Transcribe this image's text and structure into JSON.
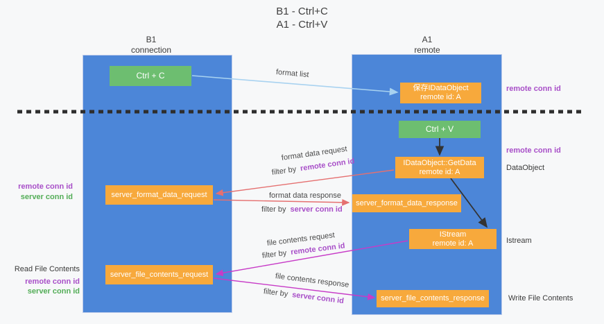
{
  "title": {
    "line1": "B1 - Ctrl+C",
    "line2": "A1 - Ctrl+V"
  },
  "lanes": {
    "b1": {
      "name": "B1",
      "subtitle": "connection"
    },
    "a1": {
      "name": "A1",
      "subtitle": "remote"
    }
  },
  "terms": {
    "remote_conn_id": "remote conn id",
    "server_conn_id": "server conn id",
    "filter_by": "filter by"
  },
  "nodes": {
    "ctrl_c": {
      "label": "Ctrl + C"
    },
    "ctrl_v": {
      "label": "Ctrl + V"
    },
    "save_idataobject": {
      "line1": "保存IDataObject",
      "line2": "remote id: A"
    },
    "idataobject_getdata": {
      "line1": "IDataObject::GetData",
      "line2": "remote id: A"
    },
    "istream": {
      "line1": "IStream",
      "line2": "remote id: A"
    },
    "server_format_data_request": {
      "label": "server_format_data_request"
    },
    "server_format_data_response": {
      "label": "server_format_data_response"
    },
    "server_file_contents_request": {
      "label": "server_file_contents_request"
    },
    "server_file_contents_response": {
      "label": "server_file_contents_response"
    }
  },
  "arrow_labels": {
    "format_list": "format list",
    "format_data_request": "format data request",
    "format_data_response": "format data response",
    "file_contents_request": "file contents request",
    "file_contents_response": "file contents response"
  },
  "side_labels": {
    "data_object": "DataObject",
    "istream": "Istream",
    "read_file_contents": "Read File Contents",
    "write_file_contents": "Write File Contents"
  },
  "colors": {
    "lane_blue": "#4c86d8",
    "box_orange": "#f7a93c",
    "box_green": "#6dbe70",
    "purple_text": "#a84fc8",
    "green_text": "#53ad57",
    "salmon_arrow": "#e57070",
    "magenta_arrow": "#c73bc7",
    "light_blue_arrow": "#a8d2f0",
    "black_arrow": "#333333",
    "background": "#f7f8f9"
  }
}
